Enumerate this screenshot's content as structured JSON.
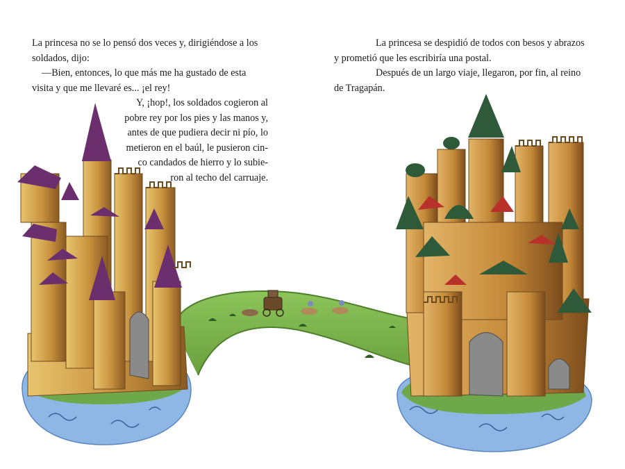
{
  "left_page": {
    "para1_line1": "La princesa no se lo pensó dos veces y, dirigiéndose a los",
    "para1_line2": "soldados, dijo:",
    "para2_line1": "—Bien, entonces, lo que más me ha gustado de esta",
    "para2_line2": "visita y que me llevaré es... ¡el rey!",
    "para3_lines": [
      "Y, ¡hop!, los soldados cogieron al",
      "pobre rey por los pies y las manos y,",
      "antes de que pudiera decir ni pío, lo",
      "metieron en el baúl, le pusieron cin-",
      "co candados de hierro y lo subie-",
      "ron al techo del carruaje."
    ]
  },
  "right_page": {
    "para1_line1": "La princesa se despidió de todos con besos y abrazos",
    "para1_line2": "y prometió que les escribiría una postal.",
    "para2_line1": "Después de un largo viaje, llegaron, por fin, al reino",
    "para2_line2": "de Tragapán."
  },
  "colors": {
    "background": "#ffffff",
    "grass": "#7db24e",
    "water": "#8fb7e6",
    "stone": "#c9923e",
    "left_roofs": "#6b2f6e",
    "right_roofs": "#2f5a3a",
    "right_red_roofs": "#b8322b"
  }
}
